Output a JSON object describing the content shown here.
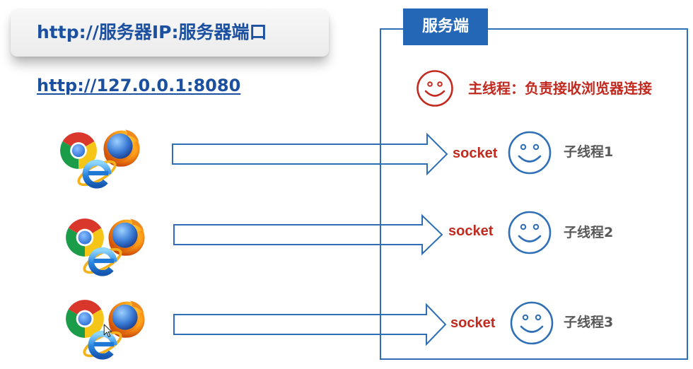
{
  "header": {
    "url_format": "http://服务器IP:服务器端口",
    "example_url": "http://127.0.0.1:8080"
  },
  "server": {
    "label": "服务端",
    "main_thread": {
      "icon": "smiley-icon",
      "text": "主线程：负责接收浏览器连接"
    }
  },
  "clients": [
    {
      "browsers": [
        "chrome-icon",
        "firefox-icon",
        "ie-icon"
      ],
      "socket_label": "socket",
      "thread_icon": "smiley-icon",
      "thread_label": "子线程1"
    },
    {
      "browsers": [
        "chrome-icon",
        "firefox-icon",
        "ie-icon"
      ],
      "socket_label": "socket",
      "thread_icon": "smiley-icon",
      "thread_label": "子线程2"
    },
    {
      "browsers": [
        "chrome-icon",
        "firefox-icon",
        "ie-icon"
      ],
      "socket_label": "socket",
      "thread_icon": "smiley-icon",
      "thread_label": "子线程3"
    }
  ],
  "cursor_icon": "mouse-pointer-icon",
  "colors": {
    "title_blue": "#1b4f9f",
    "server_blue": "#2f6fb6",
    "server_label_bg": "#2467b6",
    "accent_red": "#c2291f",
    "thread_gray": "#595959"
  }
}
